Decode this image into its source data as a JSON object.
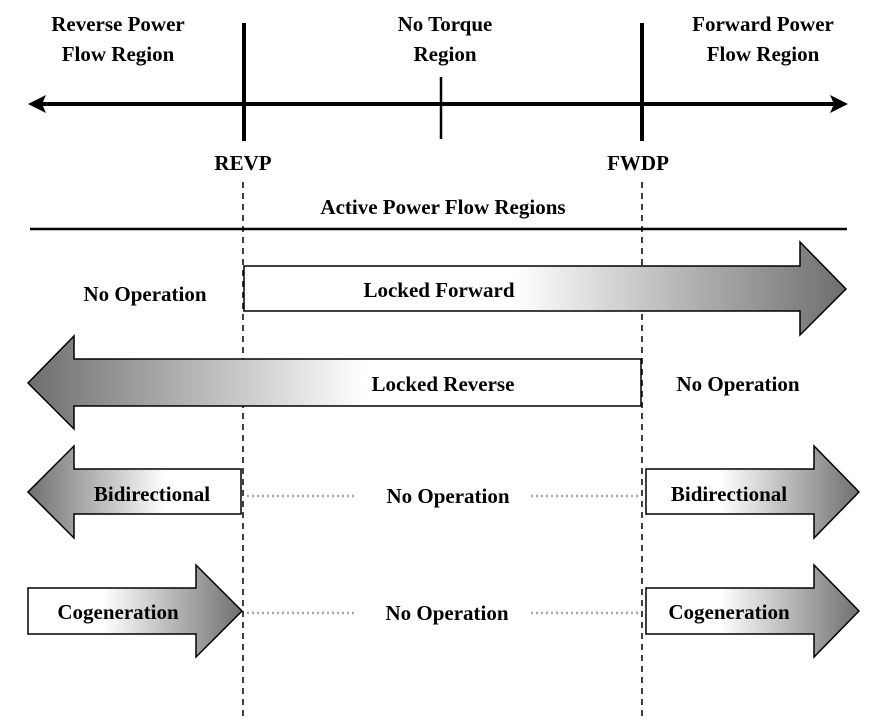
{
  "regions": {
    "reverse": [
      "Reverse Power",
      "Flow Region"
    ],
    "no_torque": [
      "No Torque",
      "Region"
    ],
    "forward": [
      "Forward Power",
      "Flow Region"
    ]
  },
  "markers": {
    "revp": "REVP",
    "fwdp": "FWDP"
  },
  "section_title": "Active Power Flow Regions",
  "modes": {
    "locked_forward": {
      "arrow_label": "Locked Forward",
      "no_op_label": "No Operation"
    },
    "locked_reverse": {
      "arrow_label": "Locked Reverse",
      "no_op_label": "No Operation"
    },
    "bidirectional": {
      "left_label": "Bidirectional",
      "middle_label": "No Operation",
      "right_label": "Bidirectional"
    },
    "cogeneration": {
      "left_label": "Cogeneration",
      "middle_label": "No Operation",
      "right_label": "Cogeneration"
    }
  },
  "colors": {
    "line": "#000000",
    "arrow_light": "#ffffff",
    "arrow_dark": "#6e6e6e",
    "dotted_connector": "#a6a6a6"
  }
}
